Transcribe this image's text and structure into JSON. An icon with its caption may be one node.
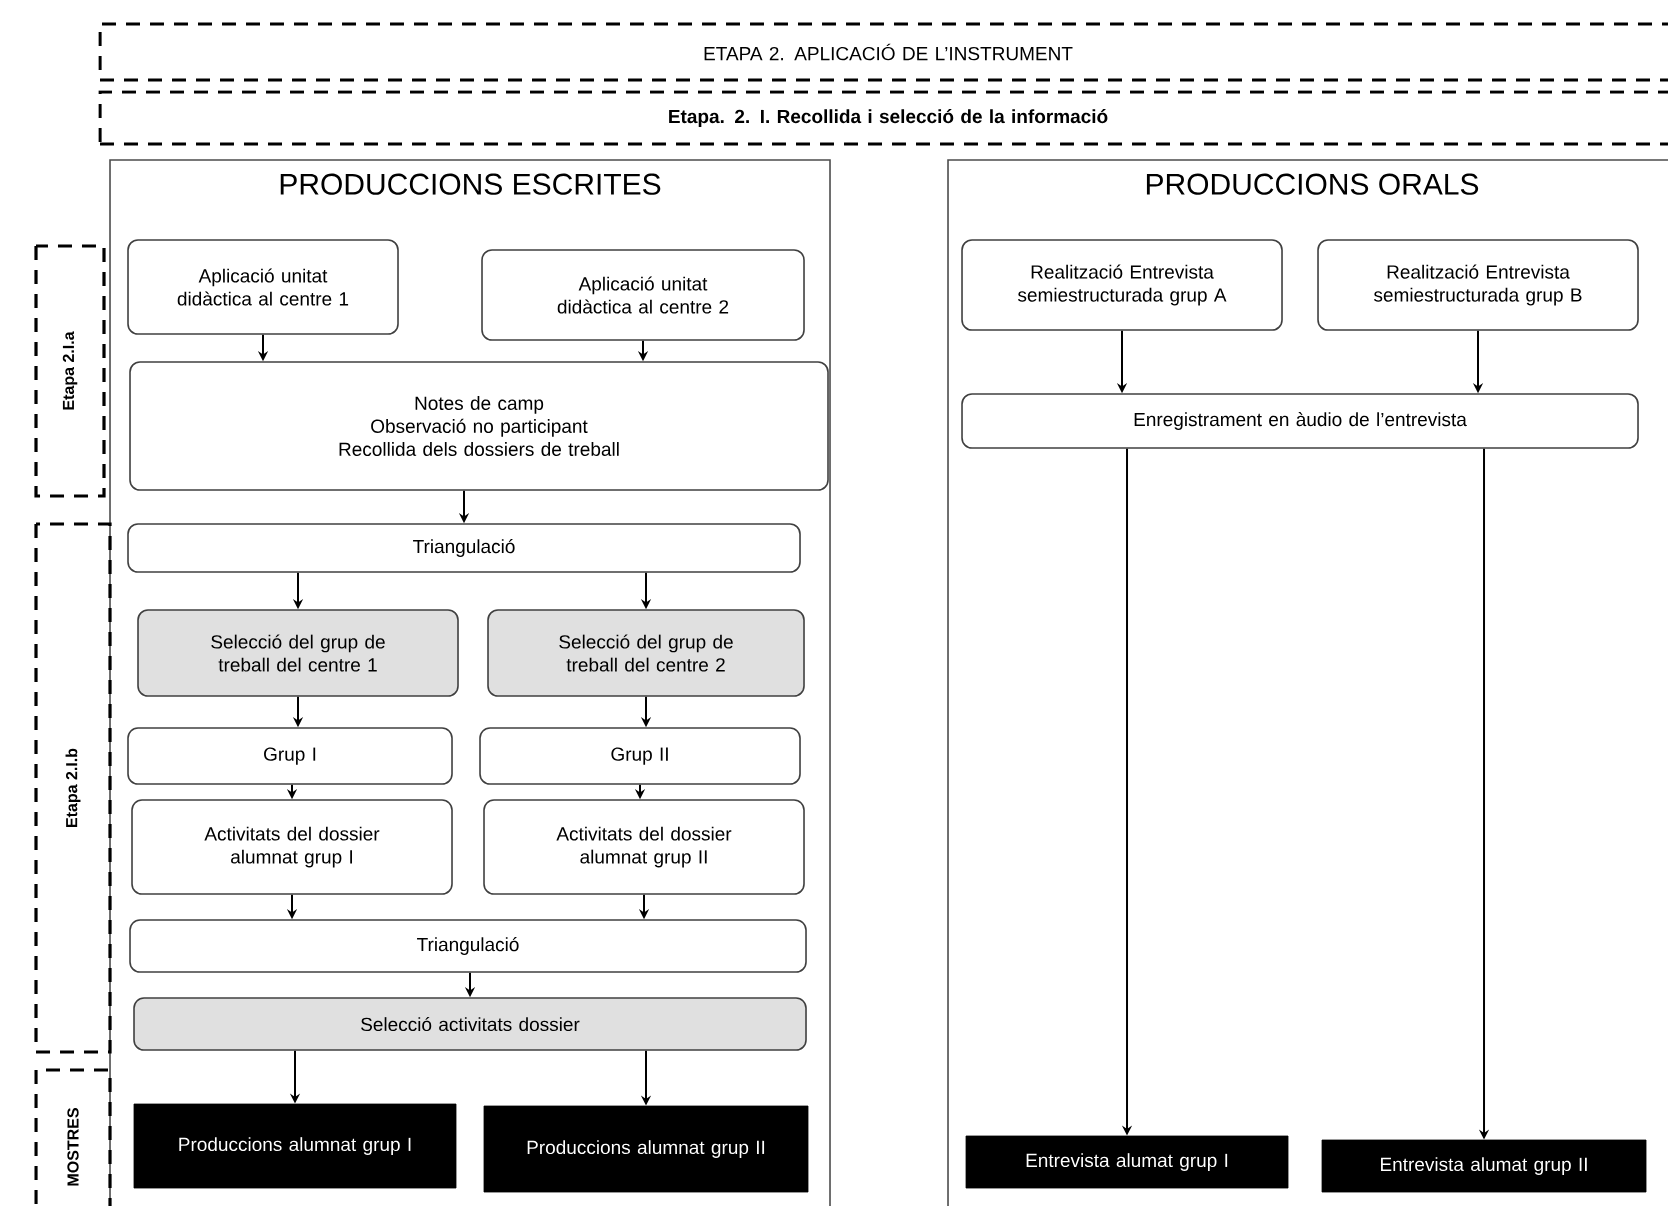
{
  "diagram": {
    "nodes": [
      {
        "text": [
          "ETAPA 2. APLICACIÓ DE L’INSTRUMENT"
        ]
      },
      {
        "text": [
          "Etapa. 2. I. Recollida i selecció de la informació"
        ]
      },
      {
        "text": [
          "PRODUCCIONS ESCRITES"
        ]
      },
      {
        "text": [
          "PRODUCCIONS ORALS"
        ]
      },
      {
        "text": [
          "Etapa 2.I.a"
        ]
      },
      {
        "text": [
          "Etapa 2.I.b"
        ]
      },
      {
        "text": [
          "MOSTRES"
        ]
      },
      {
        "text": [
          "Aplicació unitat didàctica al centre 1"
        ],
        "in": 2
      },
      {
        "text": [
          "Aplicació unitat didàctica al centre 2"
        ],
        "in": 2
      },
      {
        "text": [
          "Notes de camp",
          "Observació no participant",
          "Recollida dels dossiers de treball"
        ],
        "in": 2
      },
      {
        "text": [
          "Triangulació"
        ],
        "in": 2
      },
      {
        "text": [
          "Selecció del grup de treball del centre 1"
        ],
        "in": 2
      },
      {
        "text": [
          "Selecció del grup de treball del centre 2"
        ],
        "in": 2
      },
      {
        "text": [
          "Grup I"
        ],
        "in": 2
      },
      {
        "text": [
          "Grup II"
        ],
        "in": 2
      },
      {
        "text": [
          "Activitats del dossier alumnat grup I"
        ],
        "in": 2
      },
      {
        "text": [
          "Activitats del dossier alumnat grup II"
        ],
        "in": 2
      },
      {
        "text": [
          "Triangulació"
        ],
        "in": 2
      },
      {
        "text": [
          "Selecció activitats dossier"
        ],
        "in": 2
      },
      {
        "text": [
          "Produccions alumnat grup I"
        ],
        "in": 2
      },
      {
        "text": [
          "Produccions alumnat grup II"
        ],
        "in": 2
      },
      {
        "text": [
          "Realització Entrevista semiestructurada grup A"
        ],
        "in": 3
      },
      {
        "text": [
          "Realització Entrevista semiestructurada grup B"
        ],
        "in": 3
      },
      {
        "text": [
          "Enregistrament en àudio de l’entrevista"
        ],
        "in": 3
      },
      {
        "text": [
          "Entrevista alumat grup I"
        ],
        "in": 3
      },
      {
        "text": [
          "Entrevista alumat grup II"
        ],
        "in": 3
      }
    ],
    "edges": [
      {
        "from": 7,
        "to": 9,
        "arrow": "to"
      },
      {
        "from": 8,
        "to": 9,
        "arrow": "to"
      },
      {
        "from": 9,
        "to": 10,
        "arrow": "to"
      },
      {
        "from": 10,
        "to": 11,
        "arrow": "to"
      },
      {
        "from": 10,
        "to": 12,
        "arrow": "to"
      },
      {
        "from": 11,
        "to": 13,
        "arrow": "to"
      },
      {
        "from": 12,
        "to": 14,
        "arrow": "to"
      },
      {
        "from": 13,
        "to": 15,
        "arrow": "to"
      },
      {
        "from": 14,
        "to": 16,
        "arrow": "to"
      },
      {
        "from": 15,
        "to": 17,
        "arrow": "to"
      },
      {
        "from": 16,
        "to": 17,
        "arrow": "to"
      },
      {
        "from": 17,
        "to": 18,
        "arrow": "to"
      },
      {
        "from": 18,
        "to": 19,
        "arrow": "to"
      },
      {
        "from": 18,
        "to": 20,
        "arrow": "to"
      },
      {
        "from": 21,
        "to": 23,
        "arrow": "to"
      },
      {
        "from": 22,
        "to": 23,
        "arrow": "to"
      },
      {
        "from": 23,
        "to": 24,
        "arrow": "to"
      },
      {
        "from": 23,
        "to": 25,
        "arrow": "to"
      }
    ]
  }
}
